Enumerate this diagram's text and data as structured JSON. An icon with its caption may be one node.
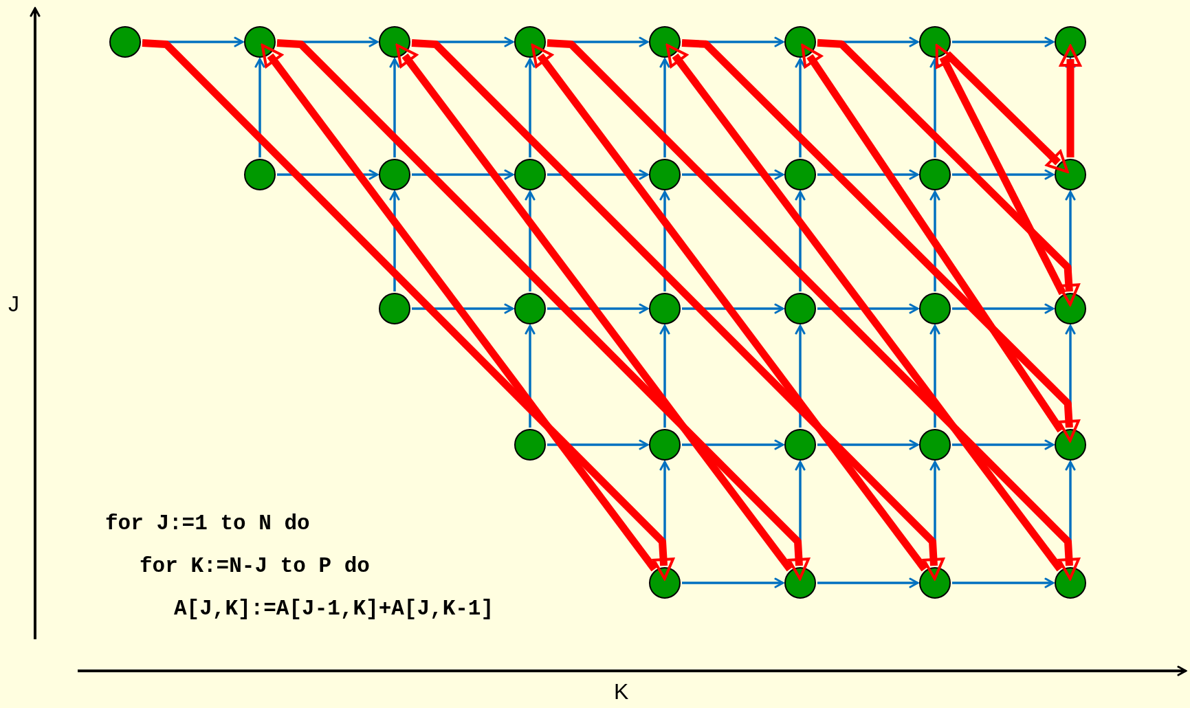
{
  "diagram": {
    "nodes": [
      {
        "text": [],
        "shape": "circle"
      },
      {
        "text": [],
        "shape": "circle"
      },
      {
        "text": [],
        "shape": "circle"
      },
      {
        "text": [],
        "shape": "circle"
      },
      {
        "text": [],
        "shape": "circle"
      },
      {
        "text": [],
        "shape": "circle"
      },
      {
        "text": [],
        "shape": "circle"
      },
      {
        "text": [],
        "shape": "circle"
      },
      {
        "text": [],
        "shape": "circle"
      },
      {
        "text": [],
        "shape": "circle"
      },
      {
        "text": [],
        "shape": "circle"
      },
      {
        "text": [],
        "shape": "circle"
      },
      {
        "text": [],
        "shape": "circle"
      },
      {
        "text": [],
        "shape": "circle"
      },
      {
        "text": [],
        "shape": "circle"
      },
      {
        "text": [],
        "shape": "circle"
      },
      {
        "text": [],
        "shape": "circle"
      },
      {
        "text": [],
        "shape": "circle"
      },
      {
        "text": [],
        "shape": "circle"
      },
      {
        "text": [],
        "shape": "circle"
      },
      {
        "text": [],
        "shape": "circle"
      },
      {
        "text": [],
        "shape": "circle"
      },
      {
        "text": [],
        "shape": "circle"
      },
      {
        "text": [],
        "shape": "circle"
      },
      {
        "text": [],
        "shape": "circle"
      },
      {
        "text": [],
        "shape": "circle"
      },
      {
        "text": [],
        "shape": "circle"
      },
      {
        "text": [],
        "shape": "circle"
      },
      {
        "text": [],
        "shape": "circle"
      },
      {
        "text": [],
        "shape": "circle"
      }
    ],
    "edges": [
      {
        "from": 0,
        "to": 1,
        "arrow": "to"
      },
      {
        "from": 1,
        "to": 2,
        "arrow": "to"
      },
      {
        "from": 2,
        "to": 3,
        "arrow": "to"
      },
      {
        "from": 3,
        "to": 4,
        "arrow": "to"
      },
      {
        "from": 4,
        "to": 5,
        "arrow": "to"
      },
      {
        "from": 5,
        "to": 6,
        "arrow": "to"
      },
      {
        "from": 6,
        "to": 7,
        "arrow": "to"
      },
      {
        "from": 8,
        "to": 9,
        "arrow": "to"
      },
      {
        "from": 9,
        "to": 10,
        "arrow": "to"
      },
      {
        "from": 10,
        "to": 11,
        "arrow": "to"
      },
      {
        "from": 11,
        "to": 12,
        "arrow": "to"
      },
      {
        "from": 12,
        "to": 13,
        "arrow": "to"
      },
      {
        "from": 13,
        "to": 14,
        "arrow": "to"
      },
      {
        "from": 15,
        "to": 16,
        "arrow": "to"
      },
      {
        "from": 16,
        "to": 17,
        "arrow": "to"
      },
      {
        "from": 17,
        "to": 18,
        "arrow": "to"
      },
      {
        "from": 18,
        "to": 19,
        "arrow": "to"
      },
      {
        "from": 19,
        "to": 20,
        "arrow": "to"
      },
      {
        "from": 21,
        "to": 22,
        "arrow": "to"
      },
      {
        "from": 22,
        "to": 23,
        "arrow": "to"
      },
      {
        "from": 23,
        "to": 24,
        "arrow": "to"
      },
      {
        "from": 24,
        "to": 25,
        "arrow": "to"
      },
      {
        "from": 26,
        "to": 27,
        "arrow": "to"
      },
      {
        "from": 27,
        "to": 28,
        "arrow": "to"
      },
      {
        "from": 28,
        "to": 29,
        "arrow": "to"
      },
      {
        "from": 8,
        "to": 1,
        "arrow": "to"
      },
      {
        "from": 15,
        "to": 9,
        "arrow": "to"
      },
      {
        "from": 9,
        "to": 2,
        "arrow": "to"
      },
      {
        "from": 21,
        "to": 16,
        "arrow": "to"
      },
      {
        "from": 16,
        "to": 10,
        "arrow": "to"
      },
      {
        "from": 10,
        "to": 3,
        "arrow": "to"
      },
      {
        "from": 26,
        "to": 22,
        "arrow": "to"
      },
      {
        "from": 22,
        "to": 17,
        "arrow": "to"
      },
      {
        "from": 17,
        "to": 11,
        "arrow": "to"
      },
      {
        "from": 11,
        "to": 4,
        "arrow": "to"
      },
      {
        "from": 27,
        "to": 23,
        "arrow": "to"
      },
      {
        "from": 23,
        "to": 18,
        "arrow": "to"
      },
      {
        "from": 18,
        "to": 12,
        "arrow": "to"
      },
      {
        "from": 12,
        "to": 5,
        "arrow": "to"
      },
      {
        "from": 28,
        "to": 24,
        "arrow": "to"
      },
      {
        "from": 24,
        "to": 19,
        "arrow": "to"
      },
      {
        "from": 19,
        "to": 13,
        "arrow": "to"
      },
      {
        "from": 13,
        "to": 6,
        "arrow": "to"
      },
      {
        "from": 29,
        "to": 25,
        "arrow": "to"
      },
      {
        "from": 25,
        "to": 20,
        "arrow": "to"
      },
      {
        "from": 20,
        "to": 14,
        "arrow": "to"
      },
      {
        "from": 14,
        "to": 7,
        "arrow": "to"
      },
      {
        "from": 0,
        "to": 26,
        "arrow": "to",
        "style": "thick",
        "color": "#ff0000"
      },
      {
        "from": 26,
        "to": 1,
        "arrow": "to",
        "style": "thick",
        "color": "#ff0000"
      },
      {
        "from": 1,
        "to": 27,
        "arrow": "to",
        "style": "thick",
        "color": "#ff0000"
      },
      {
        "from": 27,
        "to": 2,
        "arrow": "to",
        "style": "thick",
        "color": "#ff0000"
      },
      {
        "from": 2,
        "to": 28,
        "arrow": "to",
        "style": "thick",
        "color": "#ff0000"
      },
      {
        "from": 28,
        "to": 3,
        "arrow": "to",
        "style": "thick",
        "color": "#ff0000"
      },
      {
        "from": 3,
        "to": 29,
        "arrow": "to",
        "style": "thick",
        "color": "#ff0000"
      },
      {
        "from": 29,
        "to": 4,
        "arrow": "to",
        "style": "thick",
        "color": "#ff0000"
      },
      {
        "from": 4,
        "to": 25,
        "arrow": "to",
        "style": "thick",
        "color": "#ff0000"
      },
      {
        "from": 25,
        "to": 5,
        "arrow": "to",
        "style": "thick",
        "color": "#ff0000"
      },
      {
        "from": 5,
        "to": 20,
        "arrow": "to",
        "style": "thick",
        "color": "#ff0000"
      },
      {
        "from": 20,
        "to": 6,
        "arrow": "to",
        "style": "thick",
        "color": "#ff0000"
      },
      {
        "from": 6,
        "to": 14,
        "arrow": "to",
        "style": "thick",
        "color": "#ff0000"
      },
      {
        "from": 14,
        "to": 7,
        "arrow": "to",
        "style": "thick",
        "color": "#ff0000"
      }
    ],
    "labels": [
      "J",
      "for J:=1 to N do",
      "for K:=N-J to P do",
      "A[J,K]:=A[J-1,K]+A[J,K-1]",
      "K"
    ]
  }
}
